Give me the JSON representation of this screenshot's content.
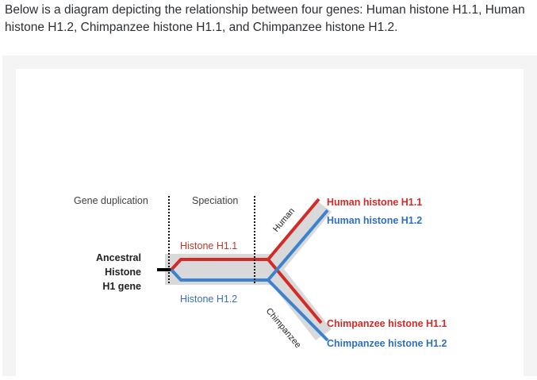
{
  "intro": {
    "text": "Below is a diagram depicting the relationship between four genes: Human histone H1.1, Human histone H1.2, Chimpanzee histone H1.1, and Chimpanzee histone H1.2."
  },
  "diagram": {
    "labels": {
      "gene_duplication": "Gene duplication",
      "speciation": "Speciation",
      "ancestral_line1": "Ancestral",
      "ancestral_line2": "Histone",
      "ancestral_line3": "H1 gene",
      "histone_h11": "Histone H1.1",
      "histone_h12": "Histone H1.2",
      "human": "Human",
      "chimpanzee": "Chimpanzee",
      "human_h11": "Human histone H1.1",
      "human_h12": "Human histone H1.2",
      "chimp_h11": "Chimpanzee histone H1.1",
      "chimp_h12": "Chimpanzee histone H1.2"
    },
    "colors": {
      "h11": "#d22a27",
      "h12": "#3b82d0",
      "ancestral": "#000000",
      "species_band": "#d9d9d9",
      "label_text": "#404040"
    }
  }
}
